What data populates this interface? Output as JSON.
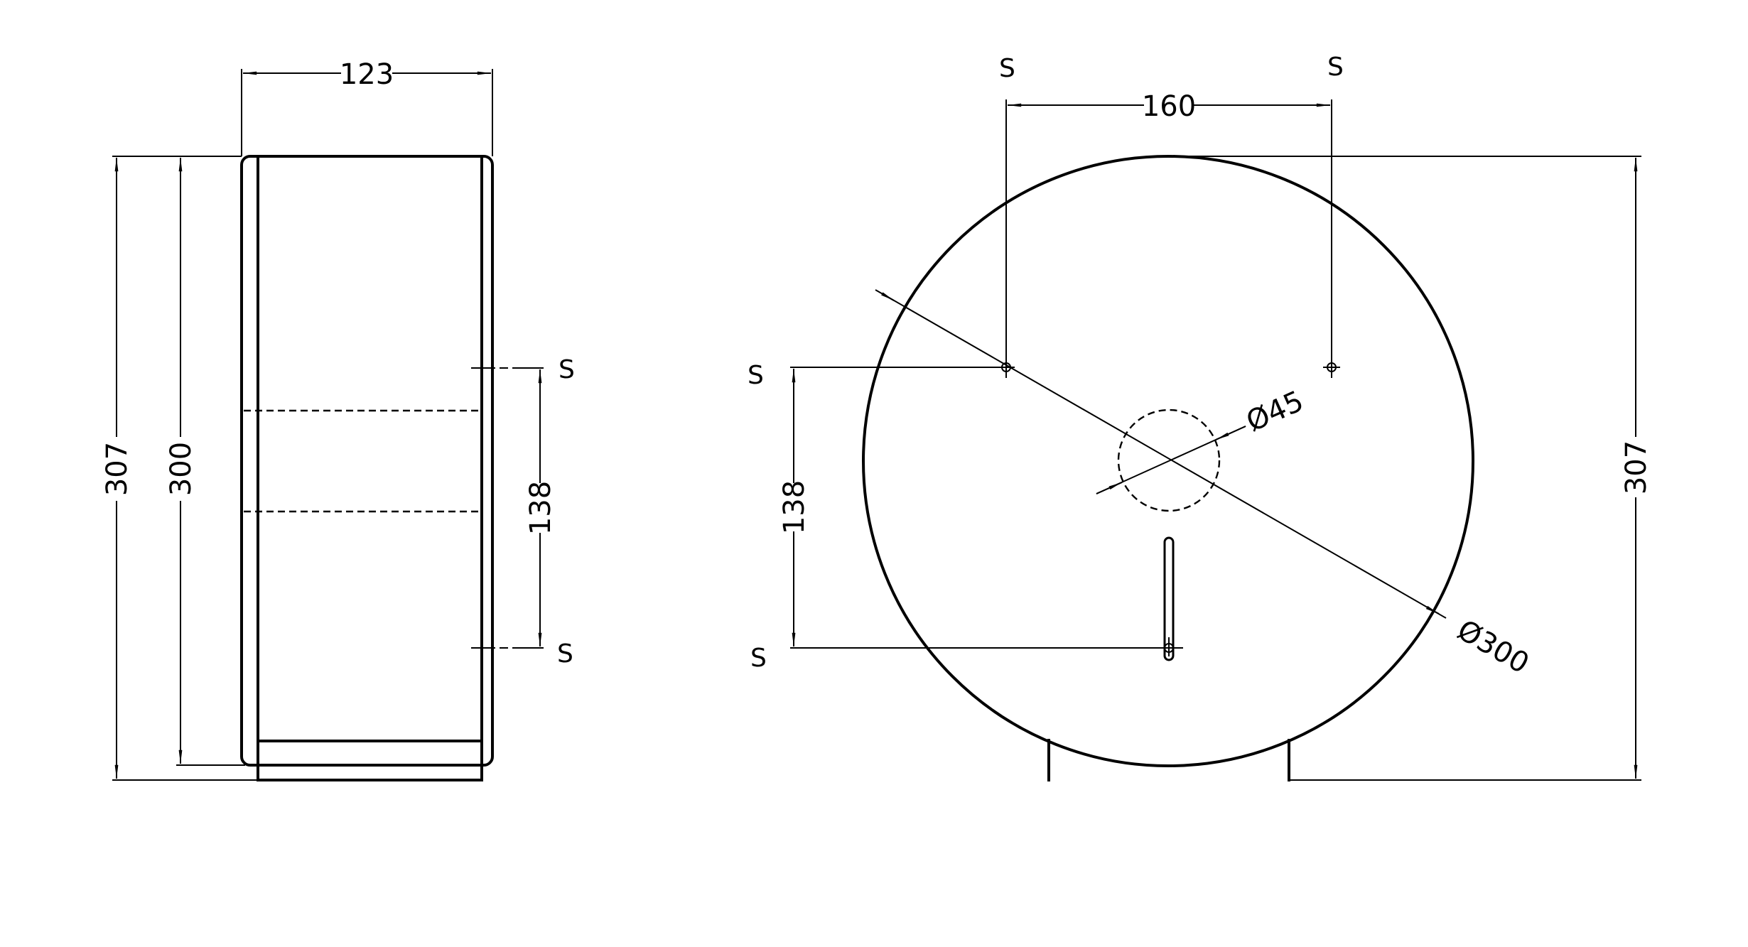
{
  "drawing": {
    "background": "#ffffff",
    "line_color": "#000000",
    "side_view": {
      "dimensions": {
        "width": "123",
        "overall_height": "307",
        "body_height": "300",
        "fixing_spacing": "138"
      },
      "fixing_labels": [
        "S",
        "S"
      ]
    },
    "front_view": {
      "dimensions": {
        "fixing_horizontal_spacing": "160",
        "fixing_vertical_spacing": "138",
        "overall_height": "307",
        "outer_diameter": "Ø300",
        "center_hole_diameter": "Ø45"
      },
      "fixing_labels": [
        "S",
        "S",
        "S",
        "S"
      ]
    }
  }
}
